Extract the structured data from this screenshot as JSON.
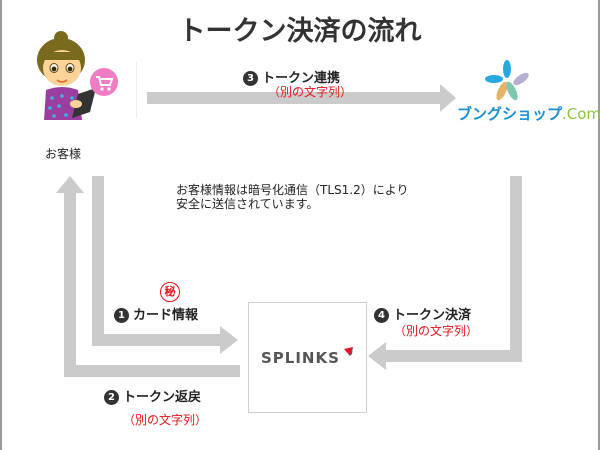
{
  "title": "トークン決済の流れ",
  "customer": {
    "label": "お客様",
    "icon": "woman-with-tablet-icon",
    "badge_icon": "shopping-cart-icon"
  },
  "shop": {
    "logo_text_part1": "ブングショップ",
    "logo_text_part2": ".Com",
    "icon": "flower-logo-icon"
  },
  "gateway": {
    "logo_text": "SPLINKS",
    "icon": "splinks-logo-icon"
  },
  "note": {
    "line1": "お客様情報は暗号化通信（TLS1.2）により",
    "line2": "安全に送信されています。"
  },
  "steps": [
    {
      "number": "1",
      "label": "カード情報",
      "badge": "秘"
    },
    {
      "number": "2",
      "label": "トークン返戻",
      "sub": "（別の文字列）"
    },
    {
      "number": "3",
      "label": "トークン連携",
      "sub": "（別の文字列）"
    },
    {
      "number": "4",
      "label": "トークン決済",
      "sub": "（別の文字列）"
    }
  ],
  "colors": {
    "arrow": "#cbcbcb",
    "accent_red": "#e4141b",
    "text": "#222222",
    "cart_pink": "#f07cc4"
  }
}
